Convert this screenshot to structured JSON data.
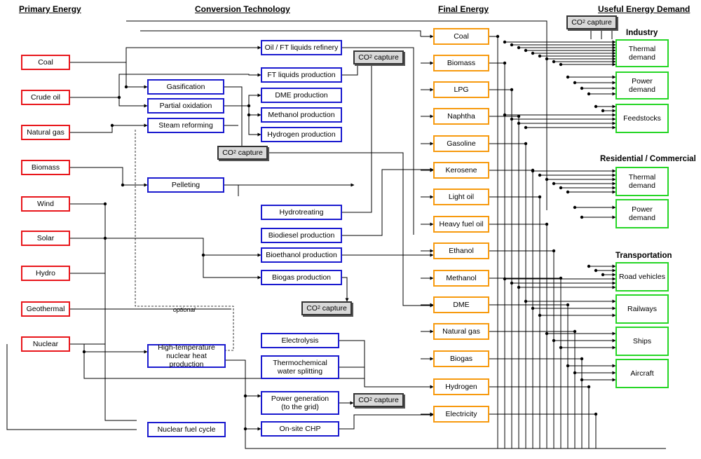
{
  "headers": {
    "primary": "Primary Energy",
    "conversion": "Conversion Technology",
    "final": "Final Energy",
    "useful": "Useful Energy Demand"
  },
  "sectors": {
    "industry": "Industry",
    "residential": "Residential / Commercial",
    "transportation": "Transportation"
  },
  "primary": [
    "Coal",
    "Crude oil",
    "Natural gas",
    "Biomass",
    "Wind",
    "Solar",
    "Hydro",
    "Geothermal",
    "Nuclear"
  ],
  "conversion": {
    "oil_refinery": "Oil / FT liquids refinery",
    "ft_liquids": "FT liquids production",
    "dme_prod": "DME production",
    "methanol_prod": "Methanol production",
    "hydrogen_prod": "Hydrogen production",
    "gasification": "Gasification",
    "partial_oxidation": "Partial oxidation",
    "steam_reforming": "Steam reforming",
    "pelleting": "Pelleting",
    "hydrotreating": "Hydrotreating",
    "biodiesel": "Biodiesel production",
    "bioethanol": "Bioethanol production",
    "biogas_prod": "Biogas production",
    "electrolysis": "Electrolysis",
    "nuclear_heat_1": "High-temperature",
    "nuclear_heat_2": "nuclear heat production",
    "thermochem_1": "Thermochemical",
    "thermochem_2": "water splitting",
    "power_gen_1": "Power generation",
    "power_gen_2": "(to the grid)",
    "onsite_chp": "On-site CHP",
    "nuclear_fuel": "Nuclear fuel cycle"
  },
  "co2": {
    "prefix": "CO",
    "sub": "2",
    "suffix": " capture"
  },
  "optional": "optional",
  "final": [
    "Coal",
    "Biomass",
    "LPG",
    "Naphtha",
    "Gasoline",
    "Kerosene",
    "Light oil",
    "Heavy fuel oil",
    "Ethanol",
    "Methanol",
    "DME",
    "Natural gas",
    "Biogas",
    "Hydrogen",
    "Electricity"
  ],
  "useful": {
    "thermal_1": "Thermal",
    "thermal_2": "demand",
    "power_1": "Power",
    "power_2": "demand",
    "feedstocks": "Feedstocks",
    "road": "Road vehicles",
    "rail": "Railways",
    "ships": "Ships",
    "aircraft": "Aircraft"
  },
  "colors": {
    "primary_border": "#e8161b",
    "conversion_border": "#1a1acf",
    "final_border": "#f79a0e",
    "useful_border": "#26d626",
    "co2_fill": "#d9d9d9"
  }
}
